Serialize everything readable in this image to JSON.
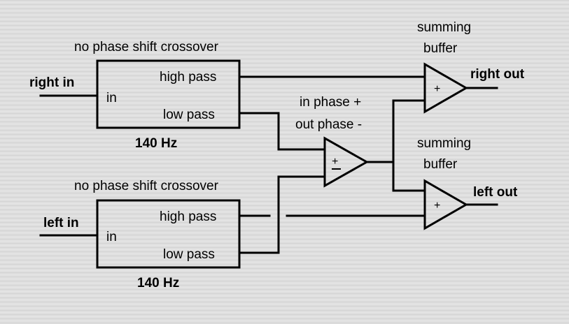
{
  "crossover_top": {
    "title": "no phase shift crossover",
    "input_port": "in",
    "high_port": "high pass",
    "low_port": "low pass",
    "freq": "140 Hz"
  },
  "crossover_bottom": {
    "title": "no phase shift crossover",
    "input_port": "in",
    "high_port": "high pass",
    "low_port": "low pass",
    "freq": "140 Hz"
  },
  "inputs": {
    "right": "right in",
    "left": "left in"
  },
  "outputs": {
    "right": "right out",
    "left": "left out"
  },
  "summing_buffer_top": {
    "line1": "summing",
    "line2": "buffer",
    "symbol": "+"
  },
  "summing_buffer_bottom": {
    "line1": "summing",
    "line2": "buffer",
    "symbol": "+"
  },
  "difference_amp": {
    "line1": "in phase +",
    "line2": "out phase -",
    "symbol_plus": "+",
    "symbol_minus": "−"
  }
}
